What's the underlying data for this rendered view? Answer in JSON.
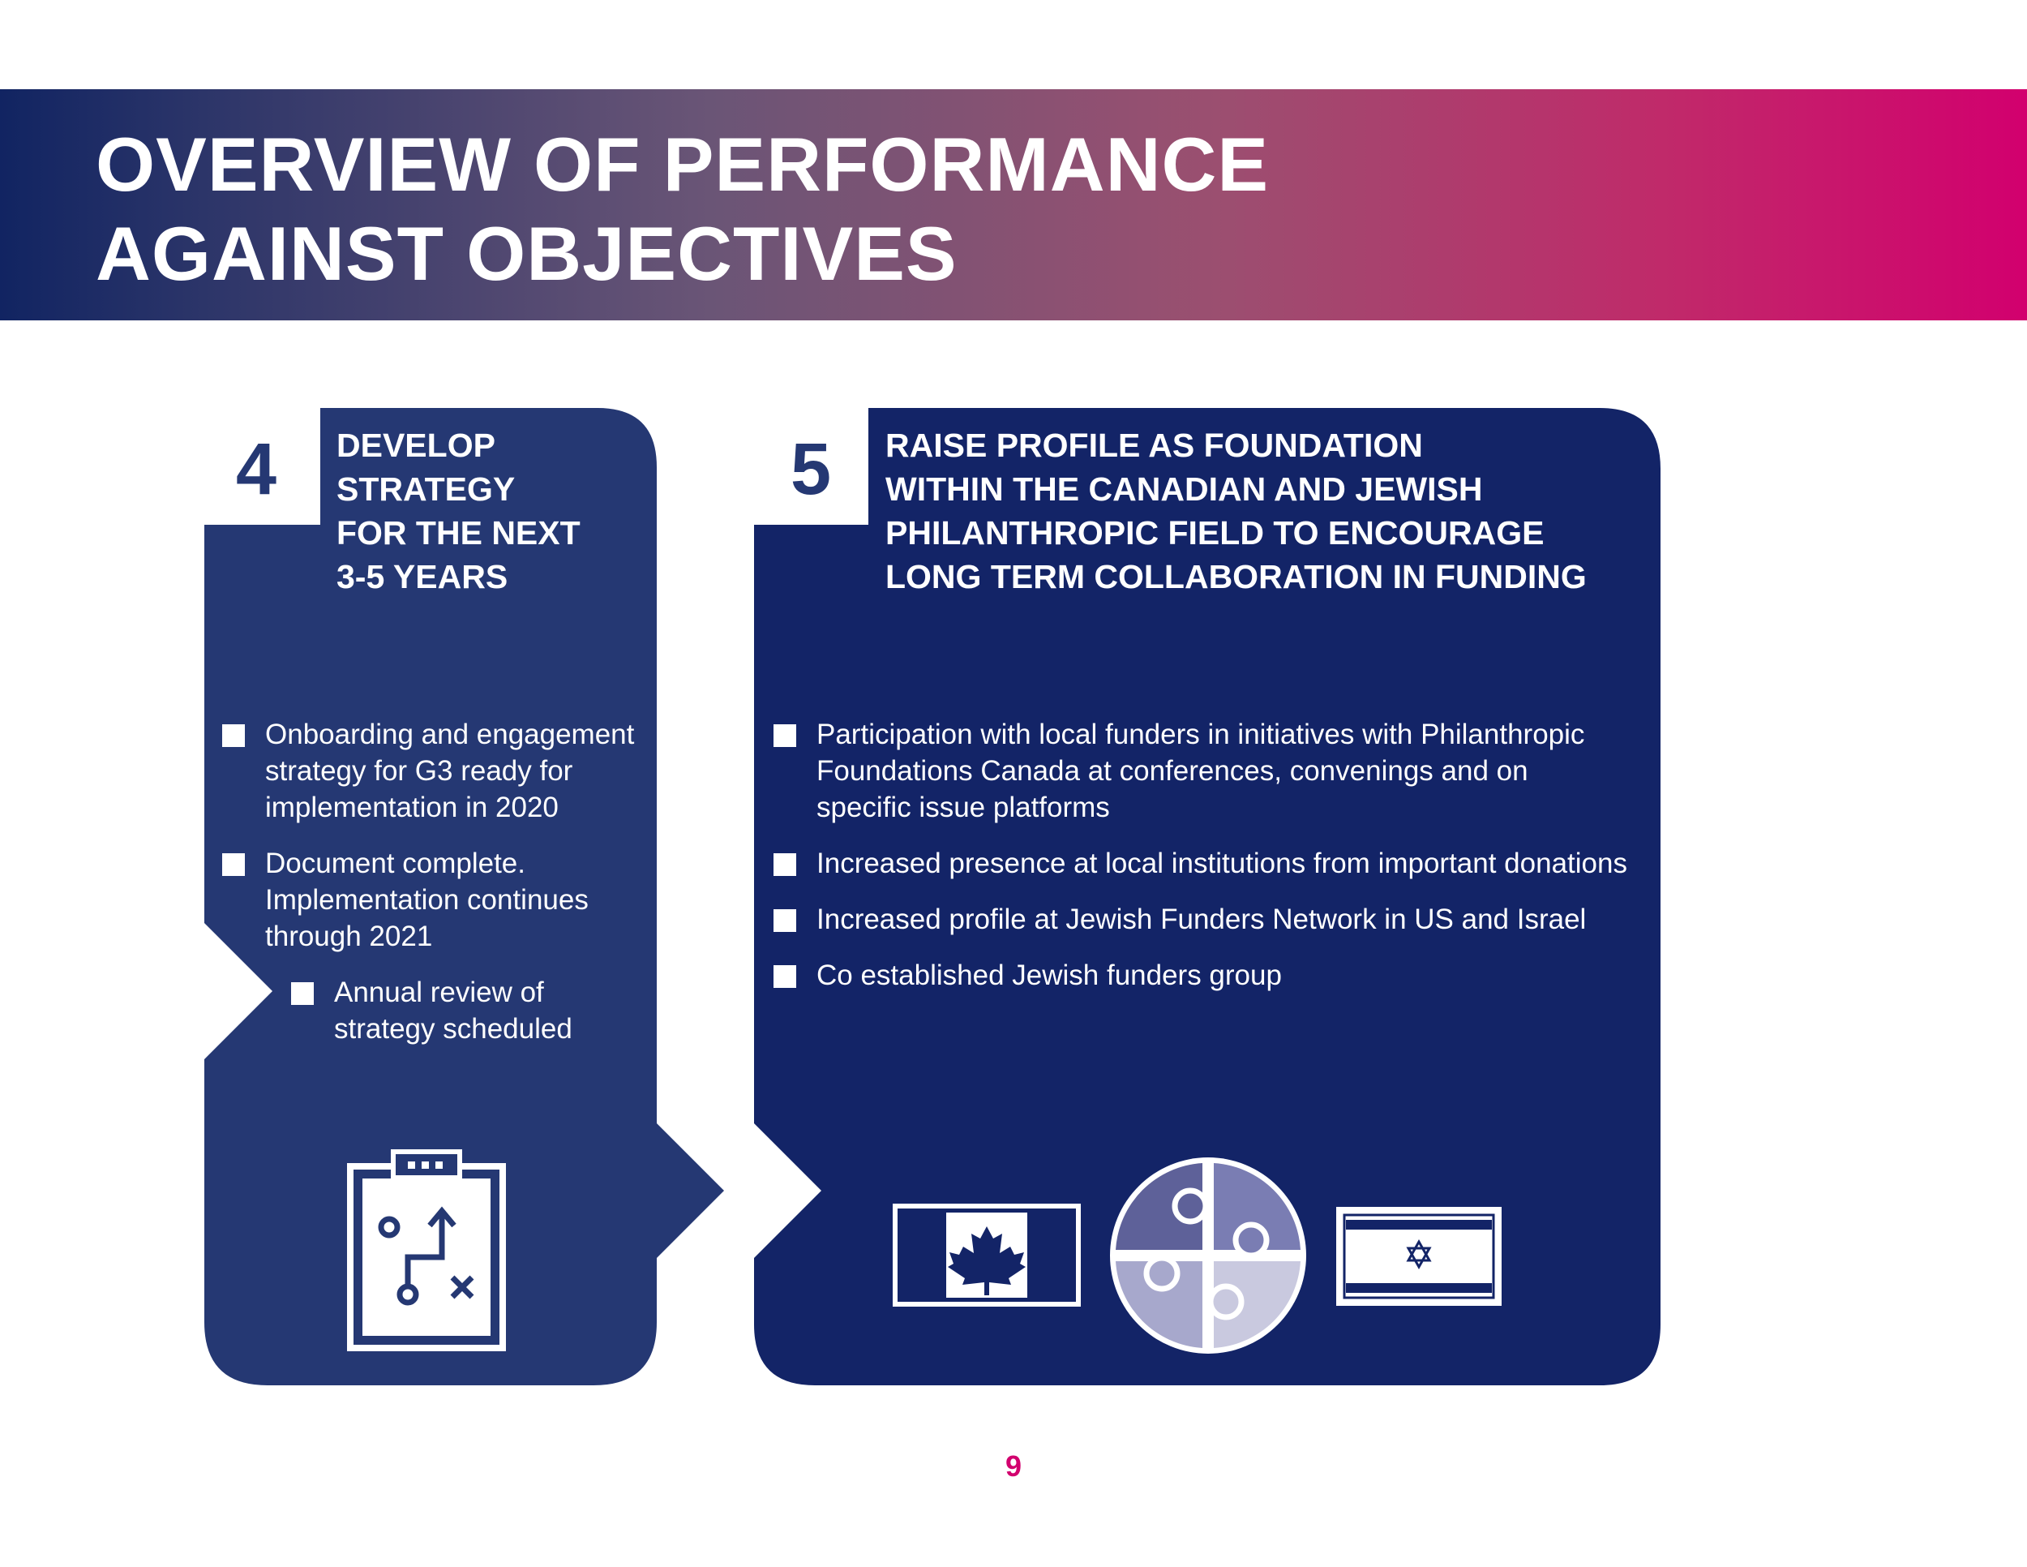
{
  "header": {
    "title": "OVERVIEW OF PERFORMANCE\nAGAINST OBJECTIVES"
  },
  "colors": {
    "panel_4": "#253873",
    "panel_5": "#132467",
    "accent_pink": "#d2006e",
    "header_start": "#112462",
    "header_end": "#d2006e"
  },
  "objectives": [
    {
      "number": "4",
      "heading": "DEVELOP\nSTRATEGY\nFOR THE NEXT\n3-5 YEARS",
      "bullets": [
        "Onboarding and engagement strategy for G3 ready for implementation in 2020",
        "Document complete. Implementation continues through 2021"
      ],
      "sub_bullets": [
        "Annual review of strategy scheduled"
      ],
      "icon": "strategy-clipboard-icon"
    },
    {
      "number": "5",
      "heading": "RAISE PROFILE AS FOUNDATION\nWITHIN THE CANADIAN AND JEWISH\nPHILANTHROPIC FIELD TO ENCOURAGE\nLONG TERM COLLABORATION IN FUNDING",
      "bullets": [
        "Participation with local funders in initiatives with Philanthropic Foundations Canada at conferences, convenings and on specific issue platforms",
        "Increased presence at local institutions from important donations",
        "Increased profile at Jewish Funders Network in US and Israel",
        "Co established Jewish funders group"
      ],
      "icons": [
        "canada-flag-icon",
        "puzzle-icon",
        "israel-flag-icon"
      ]
    }
  ],
  "footer": {
    "page_number": "9"
  }
}
